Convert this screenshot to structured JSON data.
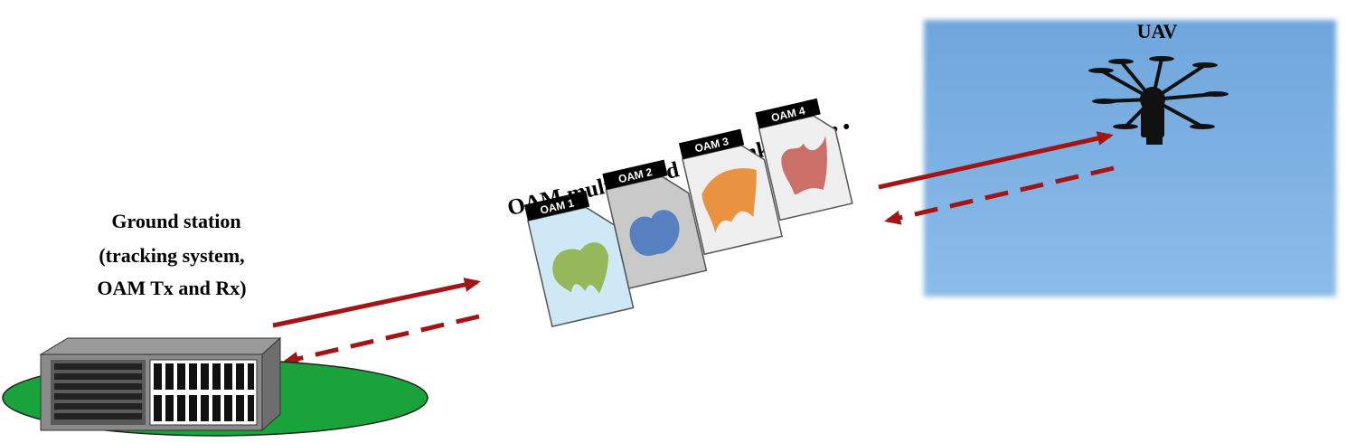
{
  "ground_station": {
    "title_line1": "Ground station",
    "title_line2": "(tracking system,",
    "title_line3": "OAM Tx and Rx)"
  },
  "link": {
    "title": "OAM multiplexed FSO link",
    "ellipsis": "• • •",
    "modes": [
      {
        "label": "OAM 1",
        "color": "#cfe8f5",
        "shape_color": "#8fb34a"
      },
      {
        "label": "OAM 2",
        "color": "#c9c9c9",
        "shape_color": "#4a78c0"
      },
      {
        "label": "OAM 3",
        "color": "#efefef",
        "shape_color": "#e8882e"
      },
      {
        "label": "OAM 4",
        "color": "#efefef",
        "shape_color": "#c9605a"
      }
    ]
  },
  "uav": {
    "label": "UAV",
    "sky_color": "#7fb0e2"
  },
  "colors": {
    "arrow": "#a31515",
    "ground": "#1aa33a",
    "server": "#8a8a8a"
  }
}
